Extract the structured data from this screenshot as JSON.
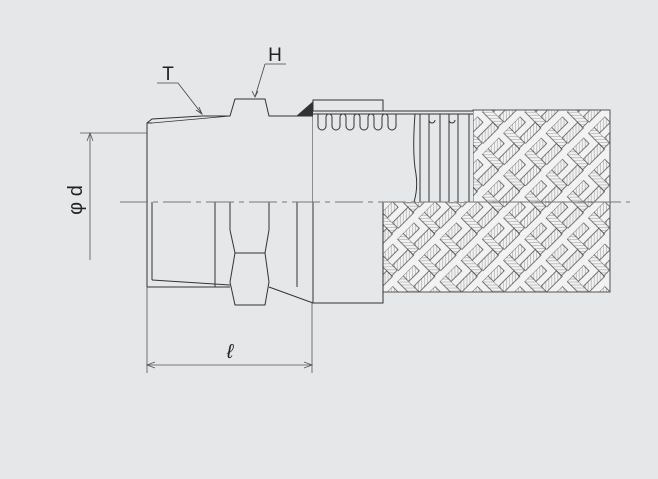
{
  "labels": {
    "thread": "T",
    "hex": "H",
    "diameter": "φ d",
    "length": "ℓ"
  },
  "colors": {
    "background": "#e6e7e8",
    "line": "#333333",
    "centerline": "#777777",
    "braid_fill": "#f2f2f2"
  }
}
